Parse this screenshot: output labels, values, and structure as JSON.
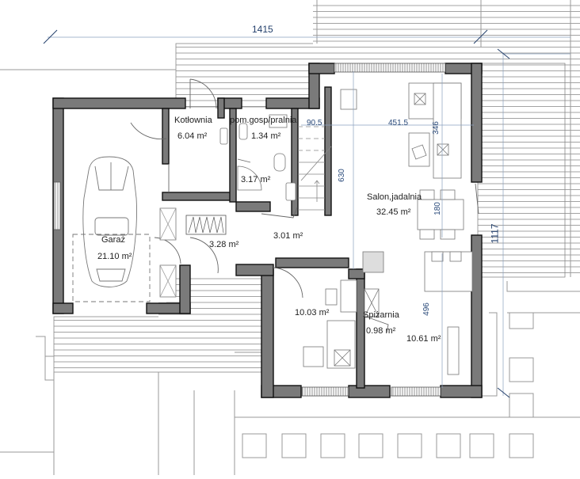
{
  "plan": {
    "colors": {
      "wall": "#7a7a7a",
      "wall_outline": "#111111",
      "line": "#9a9a9a",
      "dimension": "#2a4a7a"
    },
    "overall_dimensions": {
      "width": "1415",
      "depth": "1117"
    },
    "rooms": [
      {
        "name": "Kotłownia",
        "area": "6.04 m²"
      },
      {
        "name": "pom.gosp/pralnia",
        "area": "1.34 m²"
      },
      {
        "name": "Garaż",
        "area": "21.10 m²"
      },
      {
        "name": "",
        "area": "3.17 m²"
      },
      {
        "name": "",
        "area": "3.28 m²"
      },
      {
        "name": "",
        "area": "3.01 m²"
      },
      {
        "name": "Salon,jadalnia",
        "area": "32.45 m²"
      },
      {
        "name": "",
        "area": "10.03 m²"
      },
      {
        "name": "Spiżarnia",
        "area": "0.98 m²"
      },
      {
        "name": "",
        "area": "10.61 m²"
      }
    ],
    "dimensions": {
      "stair_width": "90.5",
      "salon_width": "451.5",
      "sofa_depth": "346",
      "salon_depth": "630",
      "table_length": "180",
      "kitchen_depth": "496"
    }
  }
}
